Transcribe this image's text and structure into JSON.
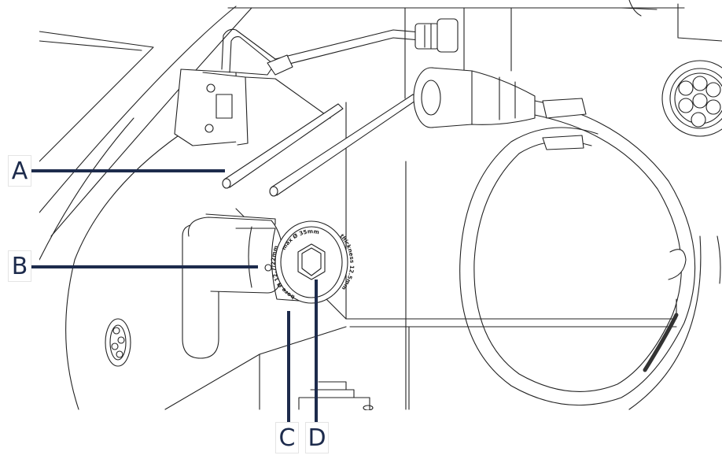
{
  "callouts": {
    "a": "A",
    "b": "B",
    "c": "C",
    "d": "D"
  },
  "cap_marking": {
    "top": "max Ø 35mm",
    "left": "bore Ø 12.7/22mm",
    "right": "thickness 12.5mm"
  },
  "colors": {
    "leader": "#1d2b4c",
    "outline": "#222222",
    "fill": "#ffffff",
    "shade": "#d8d8d8"
  }
}
